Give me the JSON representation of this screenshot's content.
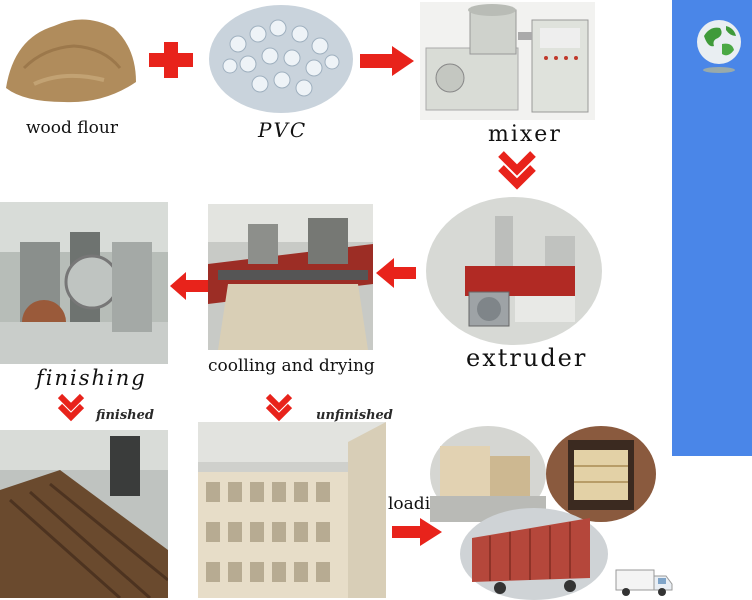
{
  "colors": {
    "arrow": "#e8231b",
    "sidebar": "#4a86e8",
    "wood_flour": "#b08c5c",
    "pvc": "#c9d3dc",
    "machine": "#d9dcd6",
    "profile_brown": "#6a4a2e",
    "profile_cream": "#e7ddc8",
    "container": "#b5473b"
  },
  "labels": {
    "wood_flour": "wood flour",
    "pvc": "PVC",
    "mixer": "mixer",
    "extruder": "extruder",
    "cooling": "coolling and drying",
    "finishing": "finishing",
    "finished": "finished",
    "unfinished": "unfinished",
    "loading": "loading"
  },
  "icons": {
    "plus": "plus-icon",
    "globe": "globe-icon",
    "truck": "truck-icon",
    "arrow": "arrow-icon"
  }
}
